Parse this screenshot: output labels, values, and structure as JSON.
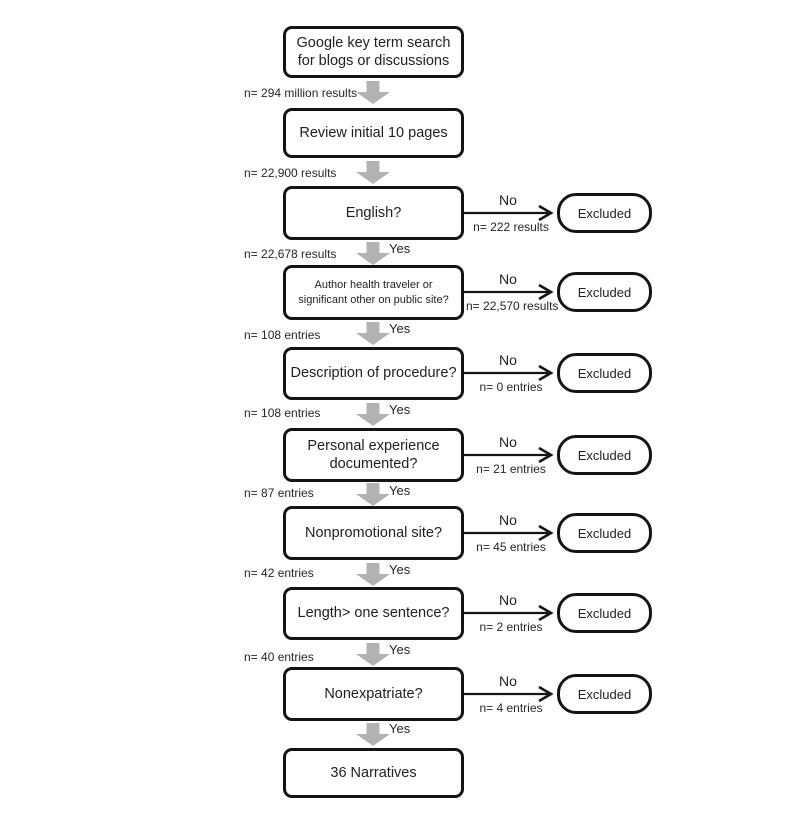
{
  "diagram": {
    "colors": {
      "box_stroke": "#141414",
      "down_arrow_gray": "#b2b2b2",
      "background": "#ffffff"
    },
    "nodes": [
      {
        "label": "Google key term search for blogs or discussions"
      },
      {
        "label": "Review initial 10 pages"
      },
      {
        "label": "English?"
      },
      {
        "label": "Author health traveler or significant other on public site?"
      },
      {
        "label": "Description of procedure?"
      },
      {
        "label": "Personal experience documented?"
      },
      {
        "label": "Nonpromotional site?"
      },
      {
        "label": "Length> one sentence?"
      },
      {
        "label": "Nonexpatriate?"
      },
      {
        "label": "36 Narratives"
      }
    ],
    "steps": [
      {
        "count": "n= 294 million results"
      },
      {
        "count": "n= 22,900 results"
      },
      {
        "count": "n= 22,678 results",
        "yes": "Yes"
      },
      {
        "count": "n= 108 entries",
        "yes": "Yes"
      },
      {
        "count": "n= 108 entries",
        "yes": "Yes"
      },
      {
        "count": "n= 87 entries",
        "yes": "Yes"
      },
      {
        "count": "n= 42 entries",
        "yes": "Yes"
      },
      {
        "count": "n= 40 entries",
        "yes": "Yes"
      },
      {
        "yes": "Yes"
      }
    ],
    "exclusions": [
      {
        "no": "No",
        "count": "n= 222 results",
        "label": "Excluded"
      },
      {
        "no": "No",
        "count": "n= 22,570 results",
        "label": "Excluded"
      },
      {
        "no": "No",
        "count": "n= 0 entries",
        "label": "Excluded"
      },
      {
        "no": "No",
        "count": "n= 21 entries",
        "label": "Excluded"
      },
      {
        "no": "No",
        "count": "n= 45 entries",
        "label": "Excluded"
      },
      {
        "no": "No",
        "count": "n= 2 entries",
        "label": "Excluded"
      },
      {
        "no": "No",
        "count": "n= 4 entries",
        "label": "Excluded"
      }
    ]
  }
}
